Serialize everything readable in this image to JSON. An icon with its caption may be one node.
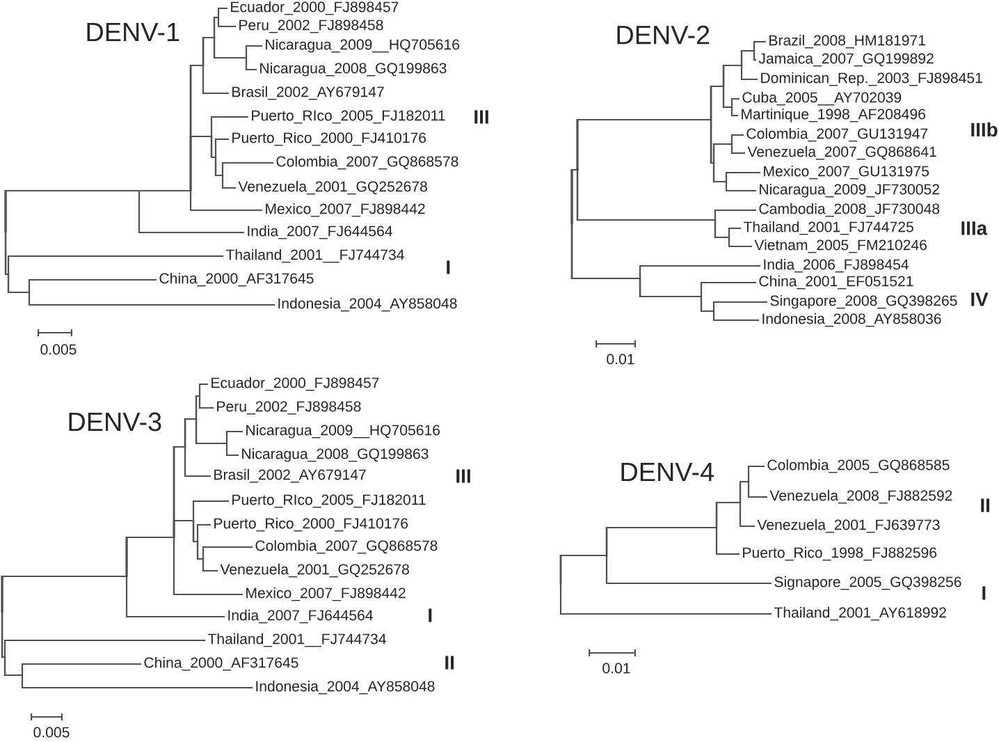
{
  "diagram": {
    "nodes": [
      {
        "text": [
          "Ecuador_2000_FJ898457"
        ]
      },
      {
        "text": [
          "Peru_2002_FJ898458"
        ]
      },
      {
        "text": [
          "Nicaragua_2009__HQ705616"
        ]
      },
      {
        "text": [
          "Nicaragua_2008_GQ199863"
        ]
      },
      {
        "text": [
          "Brasil_2002_AY679147"
        ]
      },
      {
        "text": [
          "Puerto_RIco_2005_FJ182011"
        ]
      },
      {
        "text": [
          "Puerto_Rico_2000_FJ410176"
        ]
      },
      {
        "text": [
          "Colombia_2007_GQ868578"
        ]
      },
      {
        "text": [
          "Venezuela_2001_GQ252678"
        ]
      },
      {
        "text": [
          "Mexico_2007_FJ898442"
        ]
      },
      {
        "text": [
          "India_2007_FJ644564"
        ]
      },
      {
        "text": [
          "Thailand_2001__FJ744734"
        ]
      },
      {
        "text": [
          "China_2000_AF317645"
        ]
      },
      {
        "text": [
          "Indonesia_2004_AY858048"
        ]
      },
      {
        "text": [
          "Brazil_2008_HM181971"
        ]
      },
      {
        "text": [
          "Jamaica_2007_GQ199892"
        ]
      },
      {
        "text": [
          "Dominican_Rep._2003_FJ898451"
        ]
      },
      {
        "text": [
          "Cuba_2005__AY702039"
        ]
      },
      {
        "text": [
          "Martinique_1998_AF208496"
        ]
      },
      {
        "text": [
          "Colombia_2007_GU131947"
        ]
      },
      {
        "text": [
          "Venezuela_2007_GQ868641"
        ]
      },
      {
        "text": [
          "Mexico_2007_GU131975"
        ]
      },
      {
        "text": [
          "Nicaragua_2009_JF730052"
        ]
      },
      {
        "text": [
          "Cambodia_2008_JF730048"
        ]
      },
      {
        "text": [
          "Thailand_2001_FJ744725"
        ]
      },
      {
        "text": [
          "Vietnam_2005_FM210246"
        ]
      },
      {
        "text": [
          "India_2006_FJ898454"
        ]
      },
      {
        "text": [
          "China_2001_EF051521"
        ]
      },
      {
        "text": [
          "Singapore_2008_GQ398265"
        ]
      },
      {
        "text": [
          "Indonesia_2008_AY858036"
        ]
      },
      {
        "text": [
          "Ecuador_2000_FJ898457"
        ]
      },
      {
        "text": [
          "Peru_2002_FJ898458"
        ]
      },
      {
        "text": [
          "Nicaragua_2009__HQ705616"
        ]
      },
      {
        "text": [
          "Nicaragua_2008_GQ199863"
        ]
      },
      {
        "text": [
          "Brasil_2002_AY679147"
        ]
      },
      {
        "text": [
          "Puerto_RIco_2005_FJ182011"
        ]
      },
      {
        "text": [
          "Puerto_Rico_2000_FJ410176"
        ]
      },
      {
        "text": [
          "Colombia_2007_GQ868578"
        ]
      },
      {
        "text": [
          "Venezuela_2001_GQ252678"
        ]
      },
      {
        "text": [
          "Mexico_2007_FJ898442"
        ]
      },
      {
        "text": [
          "India_2007_FJ644564"
        ]
      },
      {
        "text": [
          "Thailand_2001__FJ744734"
        ]
      },
      {
        "text": [
          "China_2000_AF317645"
        ]
      },
      {
        "text": [
          "Indonesia_2004_AY858048"
        ]
      },
      {
        "text": [
          "Colombia_2005_GQ868585"
        ]
      },
      {
        "text": [
          "Venezuela_2008_FJ882592"
        ]
      },
      {
        "text": [
          "Venezuela_2001_FJ639773"
        ]
      },
      {
        "text": [
          "Puerto_Rico_1998_FJ882596"
        ]
      },
      {
        "text": [
          "Signapore_2005_GQ398256"
        ]
      },
      {
        "text": [
          "Thailand_2001_AY618992"
        ]
      }
    ],
    "edges": [
      {
        "from": null,
        "to": 0,
        "arrow": "none"
      },
      {
        "from": null,
        "to": 1,
        "arrow": "none"
      },
      {
        "from": null,
        "to": 2,
        "arrow": "none"
      },
      {
        "from": null,
        "to": 3,
        "arrow": "none"
      },
      {
        "from": null,
        "to": 4,
        "arrow": "none"
      },
      {
        "from": null,
        "to": 5,
        "arrow": "none"
      },
      {
        "from": null,
        "to": 6,
        "arrow": "none"
      },
      {
        "from": null,
        "to": 7,
        "arrow": "none"
      },
      {
        "from": null,
        "to": 8,
        "arrow": "none"
      },
      {
        "from": null,
        "to": 9,
        "arrow": "none"
      },
      {
        "from": null,
        "to": 10,
        "arrow": "none"
      },
      {
        "from": null,
        "to": 11,
        "arrow": "none"
      },
      {
        "from": null,
        "to": 12,
        "arrow": "none"
      },
      {
        "from": null,
        "to": 13,
        "arrow": "none"
      },
      {
        "from": null,
        "to": 14,
        "arrow": "none"
      },
      {
        "from": null,
        "to": 15,
        "arrow": "none"
      },
      {
        "from": null,
        "to": 16,
        "arrow": "none"
      },
      {
        "from": null,
        "to": 17,
        "arrow": "none"
      },
      {
        "from": null,
        "to": 18,
        "arrow": "none"
      },
      {
        "from": null,
        "to": 19,
        "arrow": "none"
      },
      {
        "from": null,
        "to": 20,
        "arrow": "none"
      },
      {
        "from": null,
        "to": 21,
        "arrow": "none"
      },
      {
        "from": null,
        "to": 22,
        "arrow": "none"
      },
      {
        "from": null,
        "to": 23,
        "arrow": "none"
      },
      {
        "from": null,
        "to": 24,
        "arrow": "none"
      },
      {
        "from": null,
        "to": 25,
        "arrow": "none"
      },
      {
        "from": null,
        "to": 26,
        "arrow": "none"
      },
      {
        "from": null,
        "to": 27,
        "arrow": "none"
      },
      {
        "from": null,
        "to": 28,
        "arrow": "none"
      },
      {
        "from": null,
        "to": 29,
        "arrow": "none"
      },
      {
        "from": null,
        "to": 30,
        "arrow": "none"
      },
      {
        "from": null,
        "to": 31,
        "arrow": "none"
      },
      {
        "from": null,
        "to": 32,
        "arrow": "none"
      },
      {
        "from": null,
        "to": 33,
        "arrow": "none"
      },
      {
        "from": null,
        "to": 34,
        "arrow": "none"
      },
      {
        "from": null,
        "to": 35,
        "arrow": "none"
      },
      {
        "from": null,
        "to": 36,
        "arrow": "none"
      },
      {
        "from": null,
        "to": 37,
        "arrow": "none"
      },
      {
        "from": null,
        "to": 38,
        "arrow": "none"
      },
      {
        "from": null,
        "to": 39,
        "arrow": "none"
      },
      {
        "from": null,
        "to": 40,
        "arrow": "none"
      },
      {
        "from": null,
        "to": 41,
        "arrow": "none"
      },
      {
        "from": null,
        "to": 42,
        "arrow": "none"
      },
      {
        "from": null,
        "to": 43,
        "arrow": "none"
      },
      {
        "from": null,
        "to": 44,
        "arrow": "none"
      },
      {
        "from": null,
        "to": 45,
        "arrow": "none"
      },
      {
        "from": null,
        "to": 46,
        "arrow": "none"
      },
      {
        "from": null,
        "to": 47,
        "arrow": "none"
      },
      {
        "from": null,
        "to": 48,
        "arrow": "none"
      },
      {
        "from": null,
        "to": 49,
        "arrow": "none"
      }
    ],
    "labels": [
      "DENV-1",
      "III",
      "I",
      "0.005",
      "DENV-2",
      "IIIb",
      "IIIa",
      "IV",
      "0.01",
      "DENV-3",
      "III",
      "I",
      "II",
      "0.005",
      "DENV-4",
      "II",
      "I",
      "0.01"
    ]
  }
}
